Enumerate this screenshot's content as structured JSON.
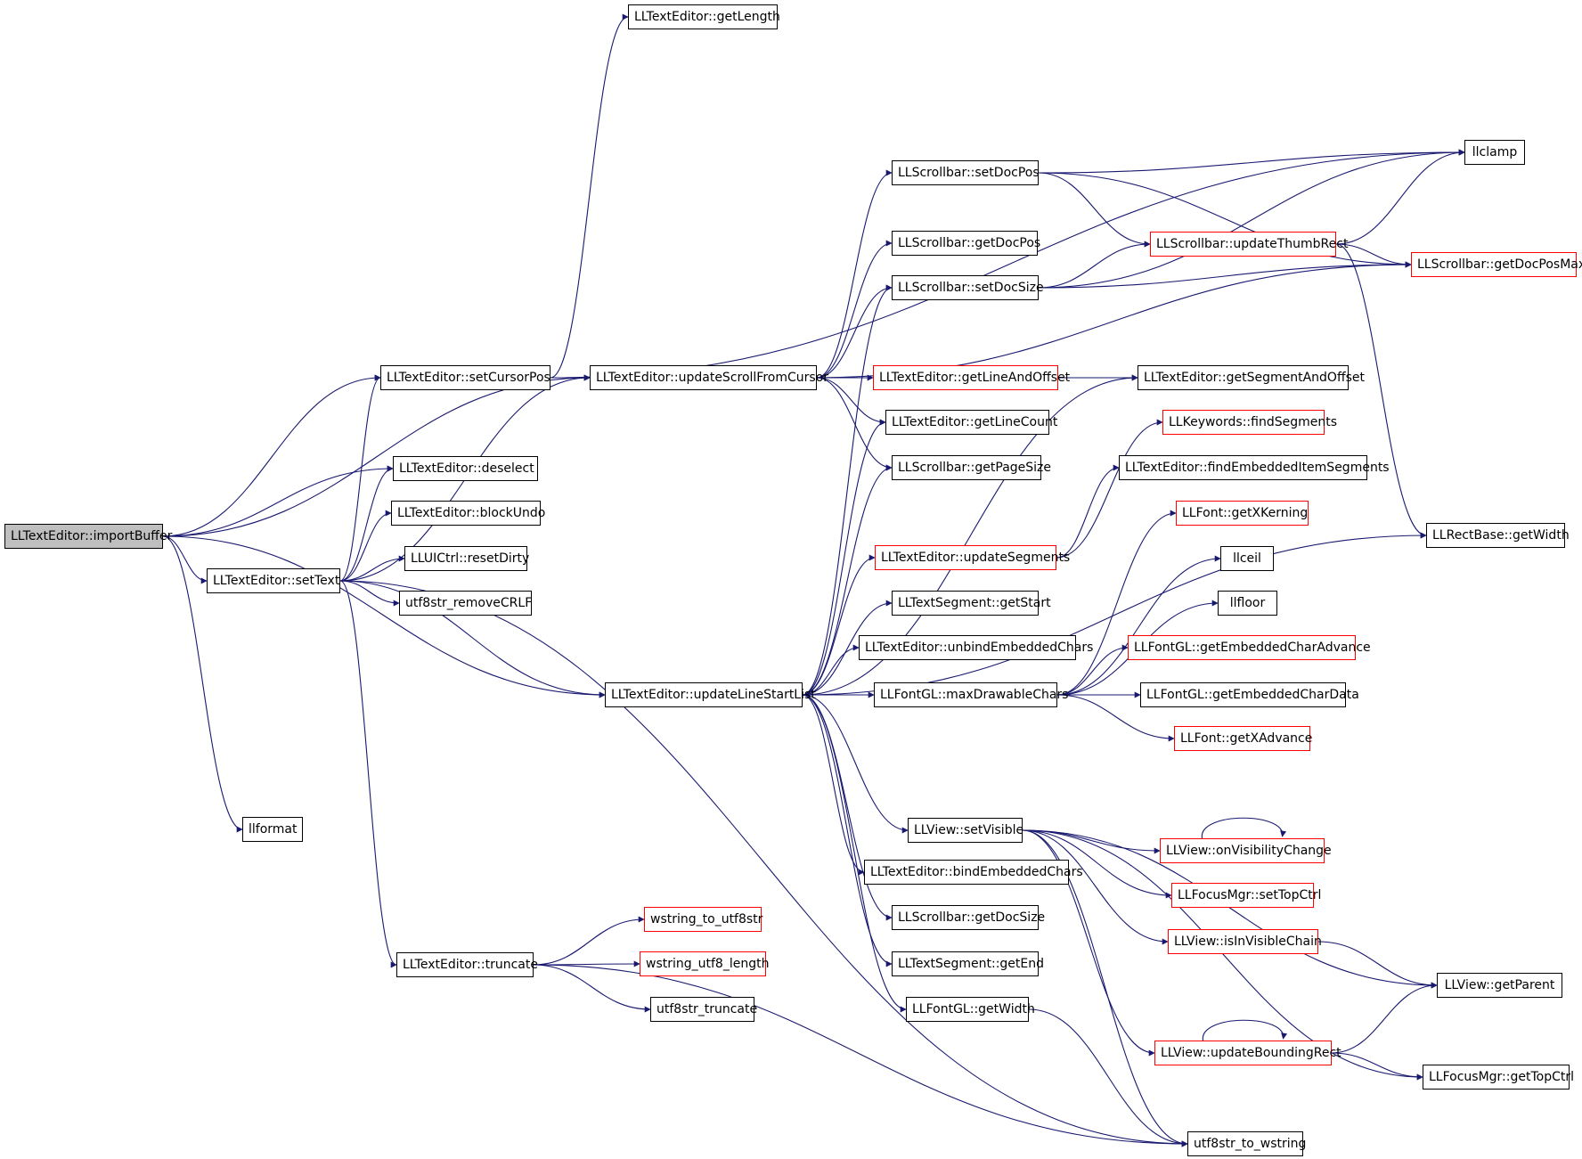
{
  "colors": {
    "edge": "#191970",
    "border": "#000000",
    "truncated_border": "#ff0000",
    "root_fill": "#bfbfbf"
  },
  "nodes": {
    "importBuffer": {
      "label": "LLTextEditor::importBuffer",
      "root": true
    },
    "setCursorPos": {
      "label": "LLTextEditor::setCursorPos"
    },
    "deselect": {
      "label": "LLTextEditor::deselect"
    },
    "blockUndo": {
      "label": "LLTextEditor::blockUndo"
    },
    "resetDirty": {
      "label": "LLUICtrl::resetDirty"
    },
    "removeCRLF": {
      "label": "utf8str_removeCRLF"
    },
    "setText": {
      "label": "LLTextEditor::setText"
    },
    "llformat": {
      "label": "llformat"
    },
    "truncate": {
      "label": "LLTextEditor::truncate"
    },
    "getLength": {
      "label": "LLTextEditor::getLength"
    },
    "updateScrollFromCursor": {
      "label": "LLTextEditor::updateScrollFromCursor"
    },
    "updateLineStartList": {
      "label": "LLTextEditor::updateLineStartList"
    },
    "wstring_to_utf8str": {
      "label": "wstring_to_utf8str",
      "truncated": true
    },
    "wstring_utf8_length": {
      "label": "wstring_utf8_length",
      "truncated": true
    },
    "utf8str_truncate": {
      "label": "utf8str_truncate"
    },
    "setDocPos": {
      "label": "LLScrollbar::setDocPos"
    },
    "getDocPos": {
      "label": "LLScrollbar::getDocPos"
    },
    "setDocSize": {
      "label": "LLScrollbar::setDocSize"
    },
    "getLineAndOffset": {
      "label": "LLTextEditor::getLineAndOffset",
      "truncated": true
    },
    "getLineCount": {
      "label": "LLTextEditor::getLineCount"
    },
    "getPageSize": {
      "label": "LLScrollbar::getPageSize"
    },
    "updateSegments": {
      "label": "LLTextEditor::updateSegments",
      "truncated": true
    },
    "getStart": {
      "label": "LLTextSegment::getStart"
    },
    "unbindEmbeddedChars": {
      "label": "LLTextEditor::unbindEmbeddedChars"
    },
    "maxDrawableChars": {
      "label": "LLFontGL::maxDrawableChars"
    },
    "setVisible": {
      "label": "LLView::setVisible"
    },
    "bindEmbeddedChars": {
      "label": "LLTextEditor::bindEmbeddedChars"
    },
    "getDocSize": {
      "label": "LLScrollbar::getDocSize"
    },
    "getEnd": {
      "label": "LLTextSegment::getEnd"
    },
    "fontGetWidth": {
      "label": "LLFontGL::getWidth"
    },
    "llclamp": {
      "label": "llclamp"
    },
    "updateThumbRect": {
      "label": "LLScrollbar::updateThumbRect",
      "truncated": true
    },
    "getDocPosMax": {
      "label": "LLScrollbar::getDocPosMax",
      "truncated": true
    },
    "getSegmentAndOffset": {
      "label": "LLTextEditor::getSegmentAndOffset"
    },
    "findSegments": {
      "label": "LLKeywords::findSegments",
      "truncated": true
    },
    "findEmbeddedItemSegments": {
      "label": "LLTextEditor::findEmbeddedItemSegments"
    },
    "getXKerning": {
      "label": "LLFont::getXKerning",
      "truncated": true
    },
    "llceil": {
      "label": "llceil"
    },
    "llfloor": {
      "label": "llfloor"
    },
    "getEmbeddedCharAdvance": {
      "label": "LLFontGL::getEmbeddedCharAdvance",
      "truncated": true
    },
    "getEmbeddedCharData": {
      "label": "LLFontGL::getEmbeddedCharData"
    },
    "getXAdvance": {
      "label": "LLFont::getXAdvance",
      "truncated": true
    },
    "rectGetWidth": {
      "label": "LLRectBase::getWidth"
    },
    "onVisibilityChange": {
      "label": "LLView::onVisibilityChange",
      "truncated": true
    },
    "setTopCtrl": {
      "label": "LLFocusMgr::setTopCtrl",
      "truncated": true
    },
    "isInVisibleChain": {
      "label": "LLView::isInVisibleChain",
      "truncated": true
    },
    "getParent": {
      "label": "LLView::getParent"
    },
    "updateBoundingRect": {
      "label": "LLView::updateBoundingRect",
      "truncated": true
    },
    "getTopCtrl": {
      "label": "LLFocusMgr::getTopCtrl"
    },
    "utf8str_to_wstring": {
      "label": "utf8str_to_wstring"
    }
  },
  "edges": [
    [
      "importBuffer",
      "setCursorPos"
    ],
    [
      "importBuffer",
      "updateScrollFromCursor"
    ],
    [
      "importBuffer",
      "deselect"
    ],
    [
      "importBuffer",
      "setText"
    ],
    [
      "importBuffer",
      "updateLineStartList"
    ],
    [
      "importBuffer",
      "llformat"
    ],
    [
      "setText",
      "setCursorPos"
    ],
    [
      "setText",
      "blockUndo"
    ],
    [
      "setText",
      "resetDirty"
    ],
    [
      "setText",
      "removeCRLF"
    ],
    [
      "setText",
      "updateScrollFromCursor"
    ],
    [
      "setText",
      "updateLineStartList"
    ],
    [
      "setText",
      "truncate"
    ],
    [
      "setText",
      "utf8str_to_wstring"
    ],
    [
      "setText",
      "deselect"
    ],
    [
      "setCursorPos",
      "getLength"
    ],
    [
      "setCursorPos",
      "updateScrollFromCursor"
    ],
    [
      "setCursorPos",
      "llclamp"
    ],
    [
      "updateScrollFromCursor",
      "setDocPos"
    ],
    [
      "updateScrollFromCursor",
      "getDocPos"
    ],
    [
      "updateScrollFromCursor",
      "setDocSize"
    ],
    [
      "updateScrollFromCursor",
      "getLineAndOffset"
    ],
    [
      "updateScrollFromCursor",
      "getLineCount"
    ],
    [
      "updateScrollFromCursor",
      "getPageSize"
    ],
    [
      "updateScrollFromCursor",
      "getDocPosMax"
    ],
    [
      "updateLineStartList",
      "setDocSize"
    ],
    [
      "updateLineStartList",
      "getSegmentAndOffset"
    ],
    [
      "updateLineStartList",
      "getLineCount"
    ],
    [
      "updateLineStartList",
      "getPageSize"
    ],
    [
      "updateLineStartList",
      "updateSegments"
    ],
    [
      "updateLineStartList",
      "getStart"
    ],
    [
      "updateLineStartList",
      "unbindEmbeddedChars"
    ],
    [
      "updateLineStartList",
      "maxDrawableChars"
    ],
    [
      "updateLineStartList",
      "setVisible"
    ],
    [
      "updateLineStartList",
      "bindEmbeddedChars"
    ],
    [
      "updateLineStartList",
      "getDocSize"
    ],
    [
      "updateLineStartList",
      "getEnd"
    ],
    [
      "updateLineStartList",
      "fontGetWidth"
    ],
    [
      "updateLineStartList",
      "rectGetWidth"
    ],
    [
      "truncate",
      "wstring_to_utf8str"
    ],
    [
      "truncate",
      "wstring_utf8_length"
    ],
    [
      "truncate",
      "utf8str_truncate"
    ],
    [
      "truncate",
      "utf8str_to_wstring"
    ],
    [
      "setDocPos",
      "llclamp"
    ],
    [
      "setDocPos",
      "updateThumbRect"
    ],
    [
      "setDocPos",
      "getDocPosMax"
    ],
    [
      "setDocSize",
      "updateThumbRect"
    ],
    [
      "setDocSize",
      "getDocPosMax"
    ],
    [
      "setDocSize",
      "llclamp"
    ],
    [
      "updateThumbRect",
      "llclamp"
    ],
    [
      "updateThumbRect",
      "getDocPosMax"
    ],
    [
      "updateThumbRect",
      "rectGetWidth"
    ],
    [
      "getLineAndOffset",
      "getSegmentAndOffset"
    ],
    [
      "updateSegments",
      "findSegments"
    ],
    [
      "updateSegments",
      "findEmbeddedItemSegments"
    ],
    [
      "maxDrawableChars",
      "getXKerning"
    ],
    [
      "maxDrawableChars",
      "llceil"
    ],
    [
      "maxDrawableChars",
      "llfloor"
    ],
    [
      "maxDrawableChars",
      "getEmbeddedCharAdvance"
    ],
    [
      "maxDrawableChars",
      "getEmbeddedCharData"
    ],
    [
      "maxDrawableChars",
      "getXAdvance"
    ],
    [
      "setVisible",
      "onVisibilityChange"
    ],
    [
      "setVisible",
      "setTopCtrl"
    ],
    [
      "setVisible",
      "isInVisibleChain"
    ],
    [
      "setVisible",
      "getParent"
    ],
    [
      "setVisible",
      "updateBoundingRect"
    ],
    [
      "setVisible",
      "getTopCtrl"
    ],
    [
      "setVisible",
      "utf8str_to_wstring"
    ],
    [
      "isInVisibleChain",
      "getParent"
    ],
    [
      "updateBoundingRect",
      "getParent"
    ],
    [
      "updateBoundingRect",
      "getTopCtrl"
    ],
    [
      "onVisibilityChange",
      "onVisibilityChange"
    ],
    [
      "updateBoundingRect",
      "updateBoundingRect"
    ],
    [
      "fontGetWidth",
      "utf8str_to_wstring"
    ]
  ]
}
